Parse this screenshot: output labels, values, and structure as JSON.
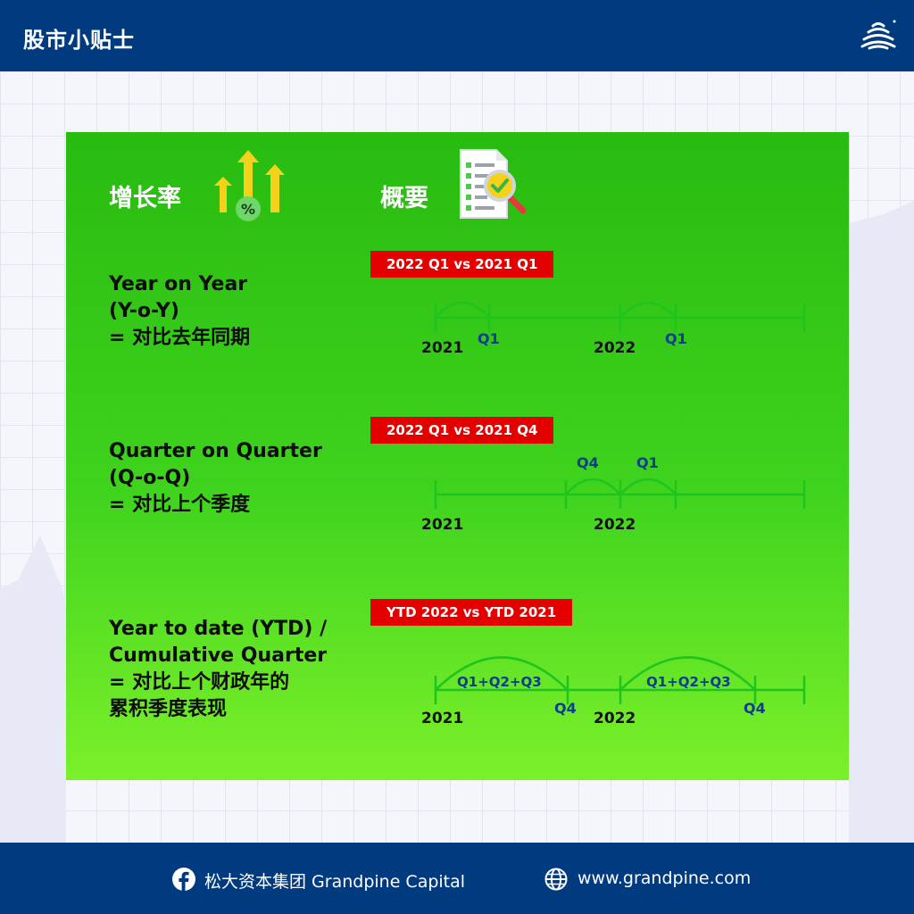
{
  "header": {
    "title": "股市小贴士"
  },
  "table": {
    "col_headers": {
      "growth_rate": "增长率",
      "summary": "概要"
    },
    "rows": [
      {
        "label_lines": [
          "Year on Year",
          "(Y-o-Y)",
          " = 对比去年同期"
        ],
        "tag": "2022 Q1 vs 2021 Q1",
        "years": [
          "2021",
          "2022"
        ],
        "quarters": [
          "Q1",
          "Q1"
        ]
      },
      {
        "label_lines": [
          "Quarter on Quarter",
          "(Q-o-Q)",
          "= 对比上个季度"
        ],
        "tag": "2022 Q1 vs 2021 Q4",
        "years": [
          "2021",
          "2022"
        ],
        "quarters": [
          "Q4",
          "Q1"
        ]
      },
      {
        "label_lines": [
          "Year to date (YTD) /",
          "Cumulative Quarter",
          "= 对比上个财政年的",
          "累积季度表现"
        ],
        "tag": "YTD 2022 vs YTD 2021",
        "years": [
          "2021",
          "2022"
        ],
        "quarters": [
          "Q1+Q2+Q3",
          "Q4",
          "Q1+Q2+Q3",
          "Q4"
        ]
      }
    ]
  },
  "icons": {
    "logo": "pine-tree-logo-icon",
    "growth": "growth-arrows-percent-icon",
    "summary": "document-magnifier-icon",
    "facebook": "facebook-icon",
    "web": "globe-icon"
  },
  "colors": {
    "brand_blue": "#003b80",
    "table_green": "#3fd31e",
    "cell_blue": "#d8f3fb",
    "tag_red": "#e50000",
    "timeline_green": "#1fc41f",
    "quarter_blue": "#0a3d8c"
  },
  "footer": {
    "facebook_text": "松大资本集团 Grandpine Capital",
    "website_text": "www.grandpine.com"
  }
}
